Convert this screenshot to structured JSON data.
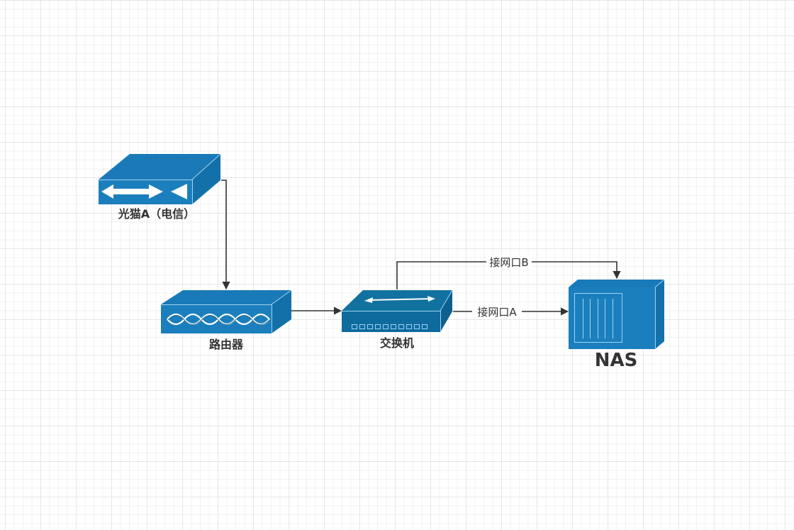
{
  "canvas": {
    "background": "#ffffff",
    "grid": true
  },
  "colors": {
    "device_front": "#1b7fbd",
    "device_top": "#1a7ab8",
    "device_side": "#1470a9",
    "switch_front": "#0f6a9e",
    "switch_top": "#11729f",
    "edge_stroke": "#333333",
    "label": "#333333",
    "highlight": "#9fd3f2"
  },
  "nodes": {
    "modem": {
      "label": "光猫A（电信）",
      "icon": "optical-modem-icon"
    },
    "router": {
      "label": "路由器",
      "icon": "router-icon"
    },
    "switch": {
      "label": "交换机",
      "icon": "switch-icon"
    },
    "nas": {
      "label": "NAS",
      "icon": "nas-server-icon"
    }
  },
  "edges": [
    {
      "from": "modem",
      "to": "router",
      "label": ""
    },
    {
      "from": "router",
      "to": "switch",
      "label": ""
    },
    {
      "from": "switch",
      "to": "nas",
      "label": "接网口A"
    },
    {
      "from": "switch",
      "to": "nas",
      "label": "接网口B"
    }
  ]
}
